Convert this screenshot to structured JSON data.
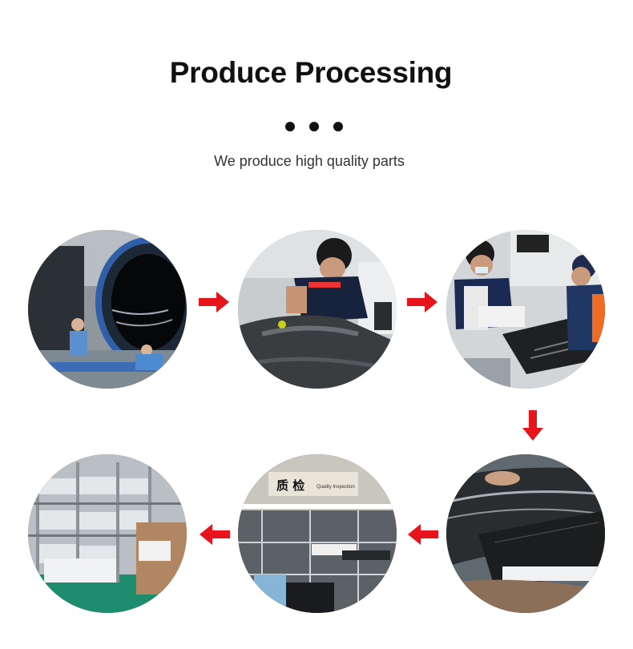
{
  "header": {
    "title": "Produce Processing",
    "subtitle": "We produce high quality parts"
  },
  "process_photos": [
    {
      "name": "autoclave-photo"
    },
    {
      "name": "layup-worker-photo"
    },
    {
      "name": "polishing-workers-photo"
    },
    {
      "name": "carbon-sheet-photo"
    },
    {
      "name": "quality-inspection-photo",
      "sign_text": "质 检",
      "sign_subtext": "Quality Inspection"
    },
    {
      "name": "warehouse-photo"
    }
  ],
  "colors": {
    "arrow": "#e8141b",
    "title": "#111111",
    "subtitle": "#333333"
  },
  "icons": [
    "arrow-right-icon",
    "arrow-down-icon",
    "arrow-left-icon"
  ]
}
